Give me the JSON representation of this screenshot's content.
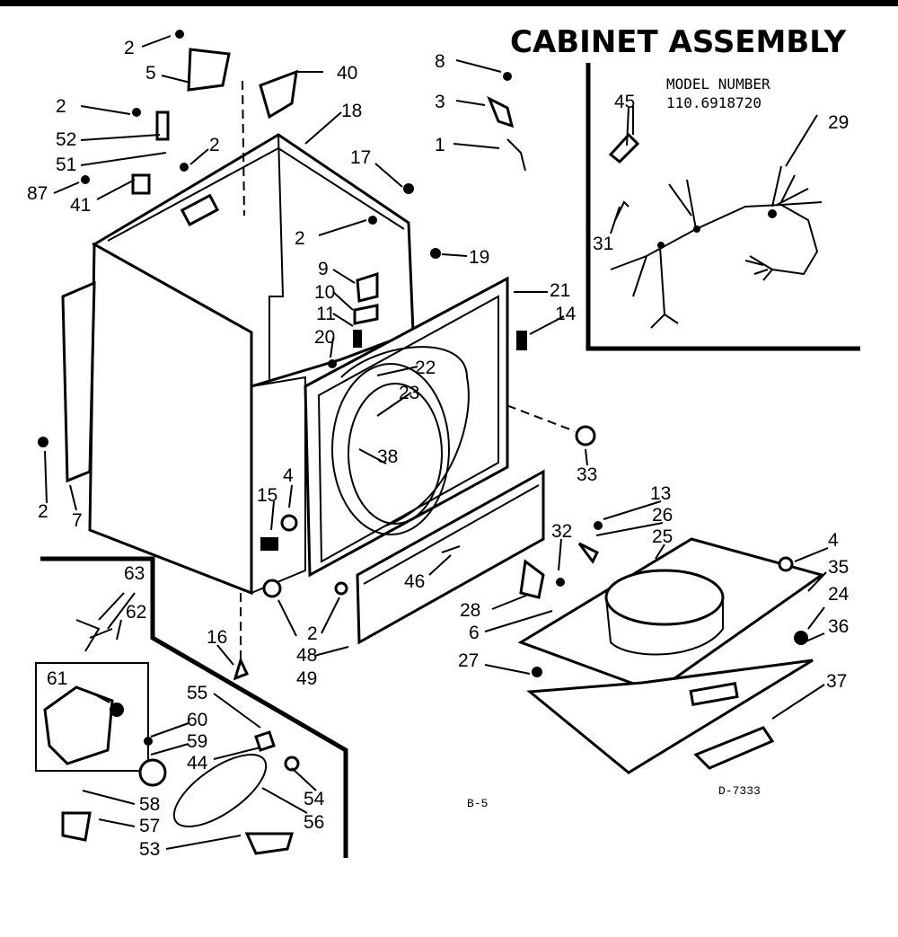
{
  "title": "CABINET ASSEMBLY",
  "model_label": "MODEL NUMBER",
  "model_number": "110.6918720",
  "page_code": "B-5",
  "drawing_code": "D-7333",
  "part_labels": [
    {
      "id": "p2a",
      "text": "2"
    },
    {
      "id": "p5",
      "text": "5"
    },
    {
      "id": "p40",
      "text": "40"
    },
    {
      "id": "p2b",
      "text": "2"
    },
    {
      "id": "p52",
      "text": "52"
    },
    {
      "id": "p51",
      "text": "51"
    },
    {
      "id": "p2c",
      "text": "2"
    },
    {
      "id": "p87",
      "text": "87"
    },
    {
      "id": "p41",
      "text": "41"
    },
    {
      "id": "p18",
      "text": "18"
    },
    {
      "id": "p17",
      "text": "17"
    },
    {
      "id": "p2d",
      "text": "2"
    },
    {
      "id": "p19",
      "text": "19"
    },
    {
      "id": "p8",
      "text": "8"
    },
    {
      "id": "p3",
      "text": "3"
    },
    {
      "id": "p1",
      "text": "1"
    },
    {
      "id": "p45",
      "text": "45"
    },
    {
      "id": "p29",
      "text": "29"
    },
    {
      "id": "p31",
      "text": "31"
    },
    {
      "id": "p9",
      "text": "9"
    },
    {
      "id": "p10",
      "text": "10"
    },
    {
      "id": "p11",
      "text": "11"
    },
    {
      "id": "p20",
      "text": "20"
    },
    {
      "id": "p21",
      "text": "21"
    },
    {
      "id": "p14",
      "text": "14"
    },
    {
      "id": "p22",
      "text": "22"
    },
    {
      "id": "p23",
      "text": "23"
    },
    {
      "id": "p38",
      "text": "38"
    },
    {
      "id": "p33",
      "text": "33"
    },
    {
      "id": "p2e",
      "text": "2"
    },
    {
      "id": "p7",
      "text": "7"
    },
    {
      "id": "p4a",
      "text": "4"
    },
    {
      "id": "p15",
      "text": "15"
    },
    {
      "id": "p13",
      "text": "13"
    },
    {
      "id": "p26",
      "text": "26"
    },
    {
      "id": "p32",
      "text": "32"
    },
    {
      "id": "p25",
      "text": "25"
    },
    {
      "id": "p4b",
      "text": "4"
    },
    {
      "id": "p35",
      "text": "35"
    },
    {
      "id": "p24",
      "text": "24"
    },
    {
      "id": "p36",
      "text": "36"
    },
    {
      "id": "p37",
      "text": "37"
    },
    {
      "id": "p46",
      "text": "46"
    },
    {
      "id": "p28",
      "text": "28"
    },
    {
      "id": "p6",
      "text": "6"
    },
    {
      "id": "p27",
      "text": "27"
    },
    {
      "id": "p63",
      "text": "63"
    },
    {
      "id": "p62",
      "text": "62"
    },
    {
      "id": "p61",
      "text": "61"
    },
    {
      "id": "p16",
      "text": "16"
    },
    {
      "id": "p2f",
      "text": "2"
    },
    {
      "id": "p48",
      "text": "48"
    },
    {
      "id": "p49",
      "text": "49"
    },
    {
      "id": "p55",
      "text": "55"
    },
    {
      "id": "p60",
      "text": "60"
    },
    {
      "id": "p59",
      "text": "59"
    },
    {
      "id": "p44",
      "text": "44"
    },
    {
      "id": "p54",
      "text": "54"
    },
    {
      "id": "p56",
      "text": "56"
    },
    {
      "id": "p58",
      "text": "58"
    },
    {
      "id": "p57",
      "text": "57"
    },
    {
      "id": "p53",
      "text": "53"
    }
  ]
}
